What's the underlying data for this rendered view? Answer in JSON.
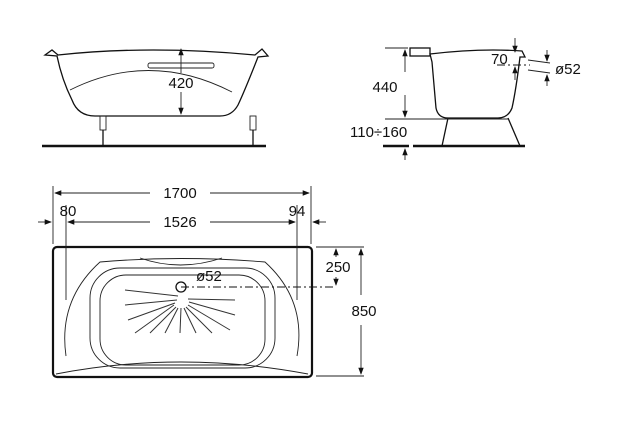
{
  "side_view": {
    "height_label": "420"
  },
  "end_view": {
    "height_label": "440",
    "leg_label": "110÷160",
    "overflow_offset_label": "70",
    "overflow_diameter_label": "ø52"
  },
  "top_view": {
    "length_label": "1700",
    "inner_length_label": "1526",
    "left_offset_label": "80",
    "right_offset_label": "94",
    "drain_diameter_label": "ø52",
    "drain_offset_label": "250",
    "width_label": "850"
  }
}
